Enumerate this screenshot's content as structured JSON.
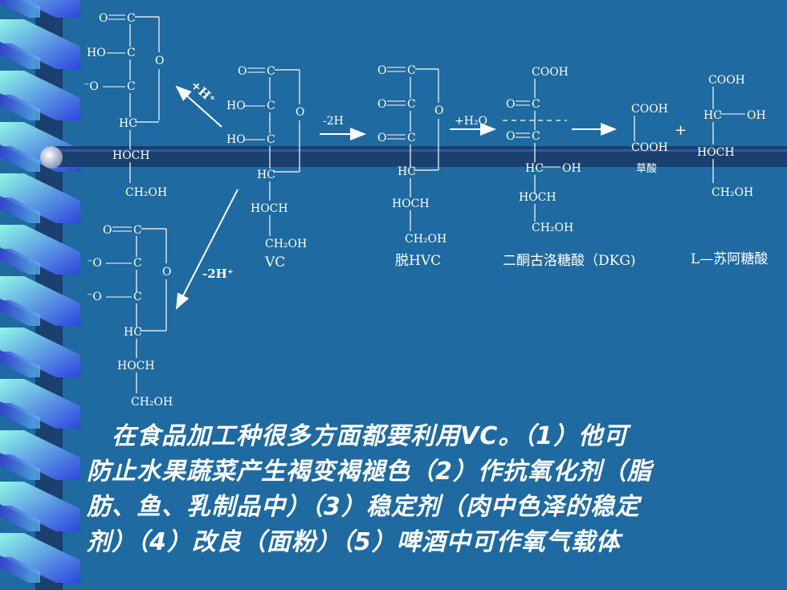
{
  "mol_a": {
    "l1": "O",
    "l2": "C",
    "l3": "HO",
    "l4": "C",
    "l5": "O",
    "l6": "⁻O",
    "l7": "C",
    "l8": "HC",
    "l9": "HOCH",
    "l10": "CH₂OH"
  },
  "arrow_a": {
    "label": "+H⁺"
  },
  "mol_b": {
    "l1": "O",
    "l2": "C",
    "l3": "O",
    "l4": "⁻O",
    "l5": "C",
    "l6": "⁻O",
    "l7": "C",
    "l8": "HC",
    "l9": "HOCH",
    "l10": "CH₂OH"
  },
  "arrow_b": {
    "label": "-2H⁺"
  },
  "vc": {
    "l1": "O",
    "l2": "C",
    "l3": "HO",
    "l4": "C",
    "l5": "O",
    "l6": "HO",
    "l7": "C",
    "l8": "HC",
    "l9": "HOCH",
    "l10": "CH₂OH",
    "name": "VC"
  },
  "step1": {
    "label": "-2H"
  },
  "dhvc": {
    "l1": "O",
    "l2": "C",
    "l3": "O",
    "l4": "C",
    "l5": "O",
    "l6": "O",
    "l7": "C",
    "l8": "HC",
    "l9": "HOCH",
    "l10": "CH₂OH",
    "name": "脱HVC"
  },
  "step2": {
    "label": "+H₂O"
  },
  "dkg": {
    "l1": "COOH",
    "l2": "O",
    "l3": "C",
    "l4": "O",
    "l5": "C",
    "l6": "HC",
    "l7": "OH",
    "l8": "HOCH",
    "l9": "CH₂OH",
    "name": "二酮古洛糖酸（DKG)"
  },
  "oxalic": {
    "l1": "COOH",
    "l2": "COOH",
    "name": "草酸",
    "plus": "+"
  },
  "threonic": {
    "l1": "COOH",
    "l2": "HC",
    "l3": "OH",
    "l4": "HOCH",
    "l5": "CH₂OH",
    "name": "L—苏阿糖酸"
  },
  "body_text": {
    "line1": "　在食品加工种很多方面都要利用VC。（1）他可",
    "line2": "防止水果蔬菜产生褐变褐褪色（2）作抗氧化剂（脂",
    "line3": "肪、鱼、乳制品中）（3）稳定剂（肉中色泽的稳定",
    "line4": "剂）（4）改良（面粉）（5）啤酒中可作氧气载体"
  },
  "colors": {
    "background": "#1f6aa0",
    "ribbon_dark": "#2d3bd6",
    "ribbon_light": "#7ff0d8",
    "bar": "#1b3f6f"
  }
}
